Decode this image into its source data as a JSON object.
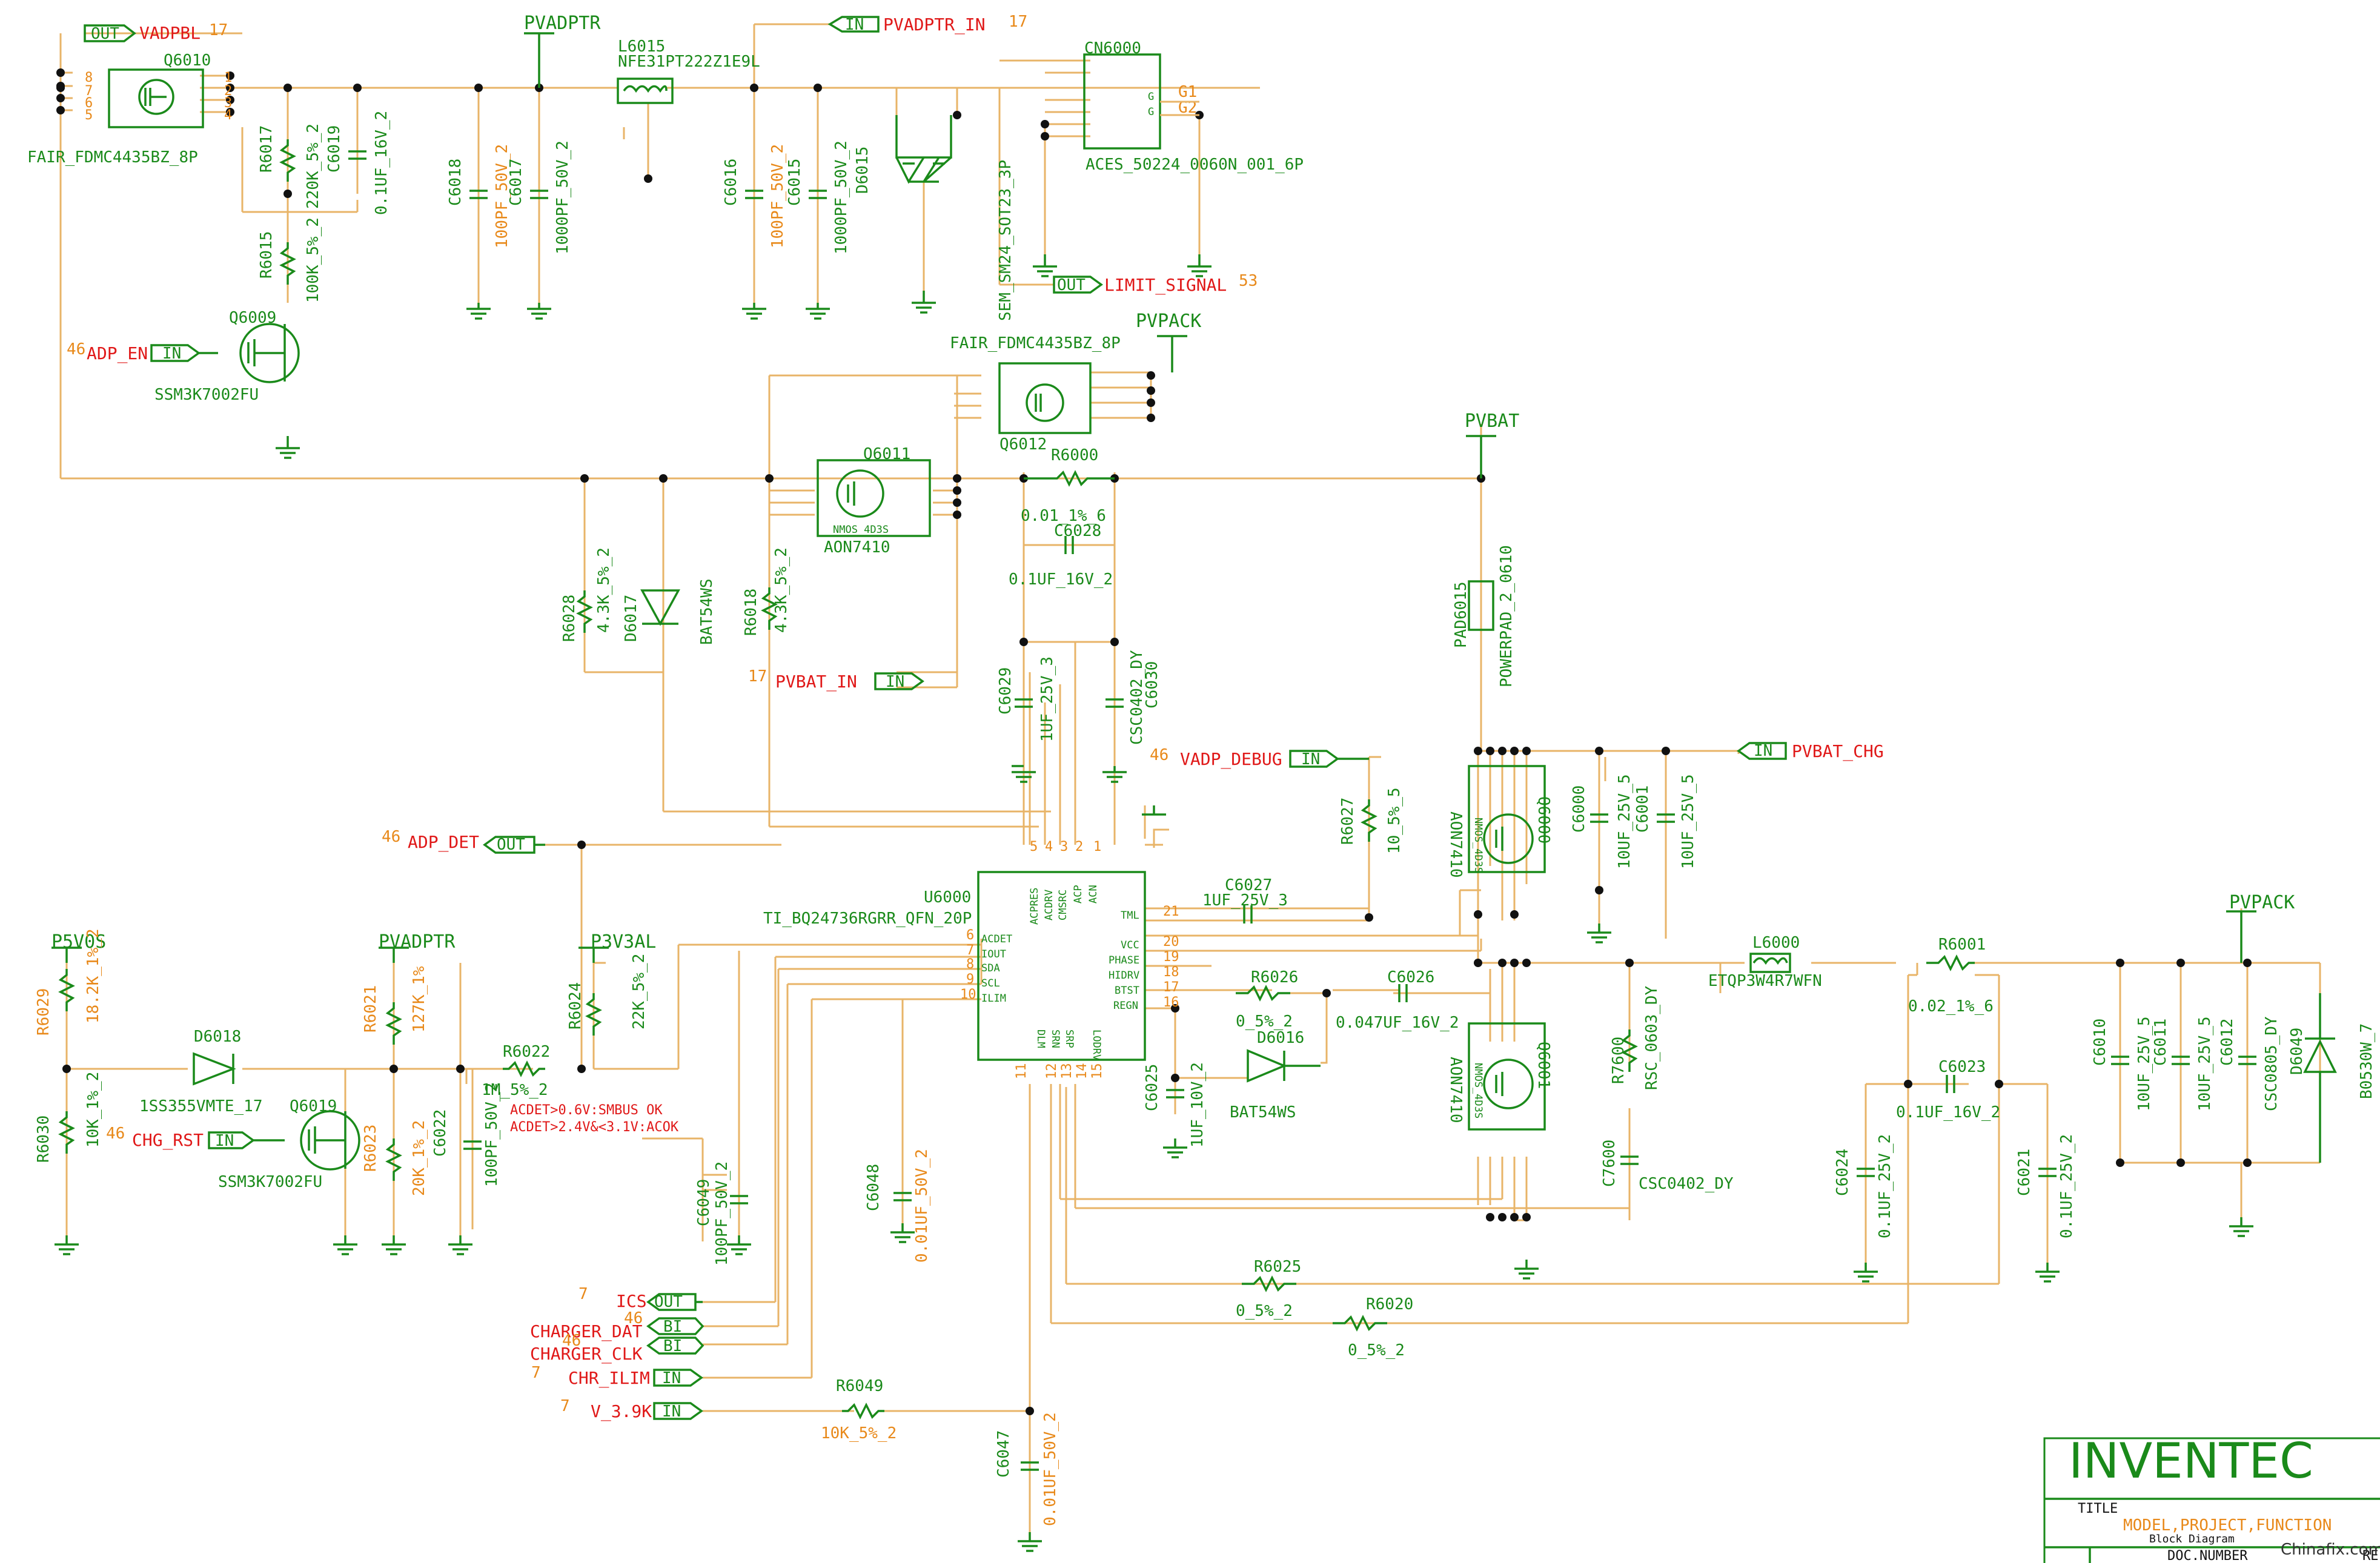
{
  "title_block": {
    "company": "INVENTEC",
    "title_label": "TITLE",
    "title_value": "MODEL,PROJECT,FUNCTION",
    "sub1": "Block",
    "sub2": "Diagram",
    "doc_number": "DOC.NUMBER",
    "rev_frag": "RE",
    "watermark": "Chinafix.com"
  },
  "ports": {
    "vadpbl": {
      "dir": "OUT",
      "name": "VADPBL",
      "ref": "17"
    },
    "pvadptr_in": {
      "dir": "IN",
      "name": "PVADPTR_IN",
      "ref": "17"
    },
    "adp_en": {
      "dir": "IN",
      "name": "ADP_EN",
      "ref": "46"
    },
    "limit_signal": {
      "dir": "OUT",
      "name": "LIMIT_SIGNAL",
      "ref": "53"
    },
    "pvbat_in": {
      "dir": "IN",
      "name": "PVBAT_IN",
      "ref": "17"
    },
    "vadp_debug": {
      "dir": "IN",
      "name": "VADP_DEBUG",
      "ref": "46"
    },
    "pvbat_chg": {
      "dir": "IN",
      "name": "PVBAT_CHG",
      "ref": ""
    },
    "adp_det": {
      "dir": "OUT",
      "name": "ADP_DET",
      "ref": "46"
    },
    "chg_rst": {
      "dir": "IN",
      "name": "CHG_RST",
      "ref": "46"
    },
    "ics": {
      "dir": "OUT",
      "name": "ICS",
      "ref": "7"
    },
    "charger_dat": {
      "dir": "BI",
      "name": "CHARGER_DAT",
      "ref": "46"
    },
    "charger_clk": {
      "dir": "BI",
      "name": "CHARGER_CLK",
      "ref": "46"
    },
    "chr_ilim": {
      "dir": "IN",
      "name": "CHR_ILIM",
      "ref": "7"
    },
    "v39k": {
      "dir": "IN",
      "name": "V_3.9K",
      "ref": "7"
    }
  },
  "rails": {
    "pvadptr_top": "PVADPTR",
    "pvpack_top": "PVPACK",
    "pvbat": "PVBAT",
    "p5v0s": "P5V0S",
    "pvadptr_left": "PVADPTR",
    "p3v3al": "P3V3AL",
    "pvpack_right": "PVPACK"
  },
  "components": {
    "q6010": {
      "ref": "Q6010",
      "part": "FAIR_FDMC4435BZ_8P"
    },
    "q6012": {
      "ref": "Q6012",
      "part": "FAIR_FDMC4435BZ_8P"
    },
    "q6009": {
      "ref": "Q6009",
      "part": "SSM3K7002FU"
    },
    "q6019": {
      "ref": "Q6019",
      "part": "SSM3K7002FU"
    },
    "q6011": {
      "ref": "Q6011",
      "part": "AON7410",
      "inner": "NMOS_4D3S"
    },
    "q6000": {
      "ref": "Q6000",
      "part": "AON7410",
      "inner": "NMOS_4D3S"
    },
    "q6001": {
      "ref": "Q6001",
      "part": "AON7410",
      "inner": "NMOS_4D3S"
    },
    "l6015": {
      "ref": "L6015",
      "part": "NFE31PT222Z1E9L"
    },
    "l6000": {
      "ref": "L6000",
      "part": "ETQP3W4R7WFN"
    },
    "cn6000": {
      "ref": "CN6000",
      "part": "ACES_50224_0060N_001_6P",
      "g": "G",
      "g1": "G1",
      "g2": "G2"
    },
    "d6015": {
      "ref": "D6015",
      "part": "SEM_SM24_SOT23_3P"
    },
    "d6017": {
      "ref": "D6017",
      "part": "BAT54WS"
    },
    "d6016": {
      "ref": "D6016",
      "part": "BAT54WS"
    },
    "d6018": {
      "ref": "D6018",
      "part": "1SS355VMTE_17"
    },
    "d6049": {
      "ref": "D6049",
      "part": "B0530W_7"
    },
    "u6000": {
      "ref": "U6000",
      "part": "TI_BQ24736RGRR_QFN_20P"
    },
    "pad6015": {
      "ref": "PAD6015",
      "part": "POWERPAD_2_0610"
    },
    "r6017": {
      "ref": "R6017",
      "value": "220K_5%_2"
    },
    "r6015": {
      "ref": "R6015",
      "value": "100K_5%_2"
    },
    "c6019": {
      "ref": "C6019",
      "value": "0.1UF_16V_2"
    },
    "c6018": {
      "ref": "C6018",
      "value": "100PF_50V_2"
    },
    "c6017": {
      "ref": "C6017",
      "value": "1000PF_50V_2"
    },
    "c6016": {
      "ref": "C6016",
      "value": "100PF_50V_2"
    },
    "c6015": {
      "ref": "C6015",
      "value": "1000PF_50V_2"
    },
    "r6000": {
      "ref": "R6000",
      "value": "0.01_1%_6"
    },
    "c6028": {
      "ref": "C6028",
      "value": "0.1UF_16V_2"
    },
    "r6028": {
      "ref": "R6028",
      "value": "4.3K_5%_2"
    },
    "r6018": {
      "ref": "R6018",
      "value": "4.3K_5%_2"
    },
    "c6029": {
      "ref": "C6029",
      "value": "1UF_25V_3"
    },
    "c6030": {
      "ref": "C6030",
      "value": "CSC0402_DY"
    },
    "r6027": {
      "ref": "R6027",
      "value": "10_5%_5"
    },
    "c6000": {
      "ref": "C6000",
      "value": "10UF_25V_5"
    },
    "c6001": {
      "ref": "C6001",
      "value": "10UF_25V_5"
    },
    "c6027": {
      "ref": "C6027",
      "value": "1UF_25V_3"
    },
    "r6026": {
      "ref": "R6026",
      "value": "0_5%_2"
    },
    "c6026": {
      "ref": "C6026",
      "value": "0.047UF_16V_2"
    },
    "c6025": {
      "ref": "C6025",
      "value": "1UF_10V_2"
    },
    "r6001": {
      "ref": "R6001",
      "value": "0.02_1%_6"
    },
    "r7600": {
      "ref": "R7600",
      "value": "RSC_0603_DY"
    },
    "c7600": {
      "ref": "C7600",
      "value": "CSC0402_DY"
    },
    "c6023": {
      "ref": "C6023",
      "value": "0.1UF_16V_2"
    },
    "c6024": {
      "ref": "C6024",
      "value": "0.1UF_25V_2"
    },
    "c6021": {
      "ref": "C6021",
      "value": "0.1UF_25V_2"
    },
    "c6010": {
      "ref": "C6010",
      "value": "10UF_25V_5"
    },
    "c6011": {
      "ref": "C6011",
      "value": "10UF_25V_5"
    },
    "c6012": {
      "ref": "C6012",
      "value": "CSC0805_DY"
    },
    "r6029": {
      "ref": "R6029",
      "value": "18.2K_1%_2"
    },
    "r6030": {
      "ref": "R6030",
      "value": "10K_1%_2"
    },
    "r6021": {
      "ref": "R6021",
      "value": "127K_1%"
    },
    "r6023": {
      "ref": "R6023",
      "value": "20K_1%_2"
    },
    "r6022": {
      "ref": "R6022",
      "value": "1M_5%_2"
    },
    "c6022": {
      "ref": "C6022",
      "value": "100PF_50V_2"
    },
    "r6024": {
      "ref": "R6024",
      "value": "22K_5%_2"
    },
    "c6049": {
      "ref": "C6049",
      "value": "100PF_50V_2"
    },
    "c6048": {
      "ref": "C6048",
      "value": "0.01UF_50V_2"
    },
    "c6047": {
      "ref": "C6047",
      "value": "0.01UF_50V_2"
    },
    "r6025": {
      "ref": "R6025",
      "value": "0_5%_2"
    },
    "r6020": {
      "ref": "R6020",
      "value": "0_5%_2"
    },
    "r6049": {
      "ref": "R6049",
      "value": "10K_5%_2"
    }
  },
  "u6000_pins": {
    "left": [
      "ACDET",
      "IOUT",
      "SDA",
      "SCL",
      "ILIM"
    ],
    "left_nums": [
      "6",
      "7",
      "8",
      "9",
      "10"
    ],
    "right": [
      "TML",
      "VCC",
      "PHASE",
      "HIDRV",
      "BTST",
      "REGN"
    ],
    "right_nums": [
      "21",
      "20",
      "19",
      "18",
      "17",
      "16"
    ],
    "top": [
      "ACPRES",
      "ACDRV",
      "CMSRC",
      "ACP",
      "ACN"
    ],
    "top_nums": [
      "5",
      "4",
      "3",
      "2",
      "1"
    ],
    "bottom": [
      "DLM",
      "SRN",
      "SRP",
      "LODRV"
    ],
    "bottom_nums": [
      "11",
      "12",
      "13",
      "14",
      "15"
    ]
  },
  "notes": {
    "acdet1": "ACDET>0.6V:SMBUS OK",
    "acdet2": "ACDET>2.4V&<3.1V:ACOK"
  }
}
